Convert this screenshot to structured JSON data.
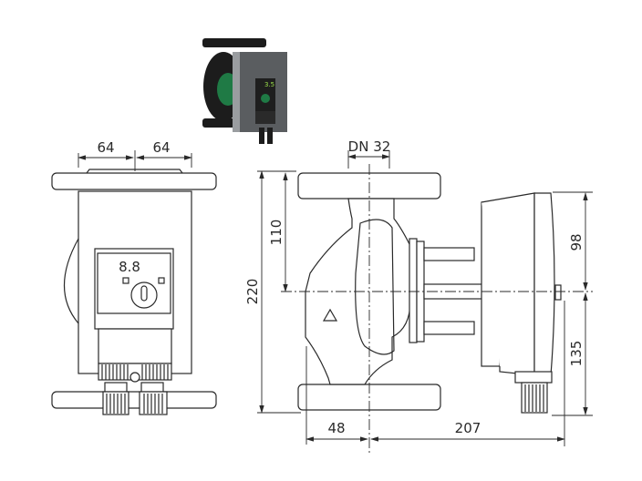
{
  "front_view": {
    "dim_left": "64",
    "dim_right": "64",
    "display_readout": "8.8"
  },
  "side_view": {
    "dim_nominal_diameter": "DN 32",
    "dim_total_height": "220",
    "dim_upper_height": "110",
    "dim_motor_upper": "98",
    "dim_motor_lower": "135",
    "dim_flange_to_axis": "48",
    "dim_axis_to_motor": "207"
  },
  "product_photo": {
    "display_readout": "3.5",
    "colors": {
      "housing": "#1c1c1c",
      "rotor": "#1f7a45",
      "module": "#5a5d60",
      "display": "#9be04a"
    }
  }
}
